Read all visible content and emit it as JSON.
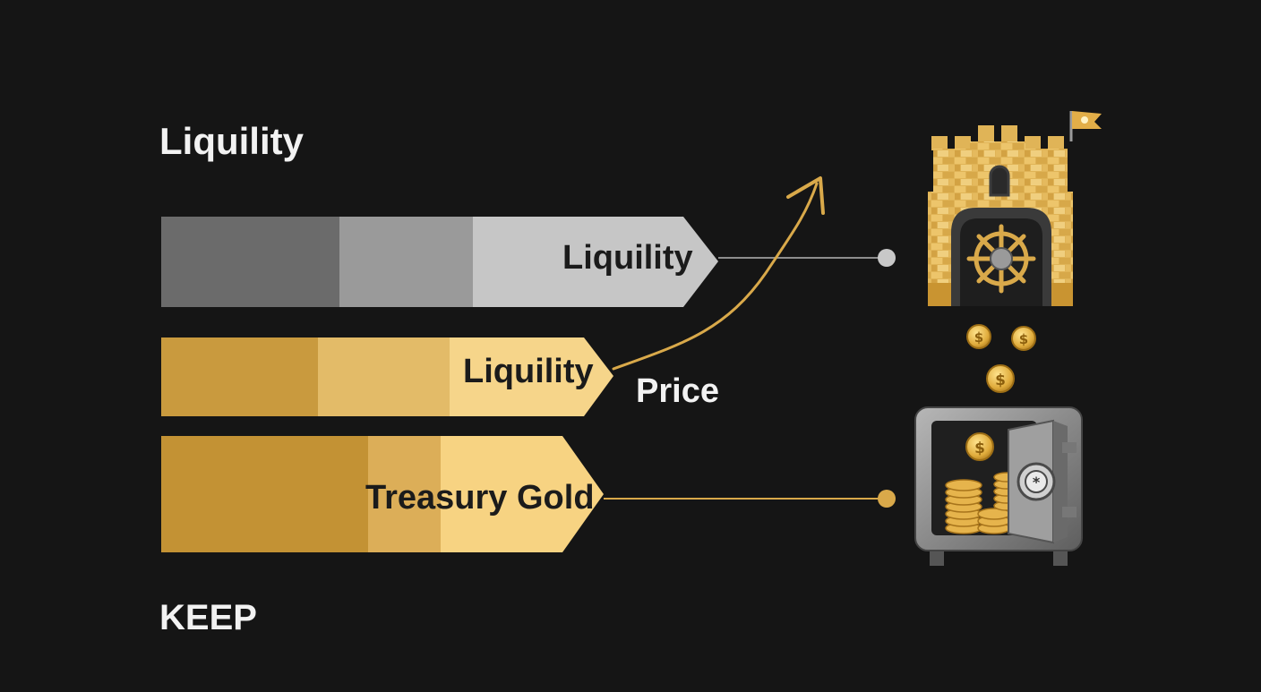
{
  "texts": {
    "heading_top": "Liquility",
    "heading_bottom": "KEEP",
    "price_label": "Price"
  },
  "bars": [
    {
      "label": "Liquility",
      "colors": [
        "#6b6b6b",
        "#9a9a9a",
        "#c6c6c6"
      ]
    },
    {
      "label": "Liquility",
      "colors": [
        "#c99a3e",
        "#e3bb68",
        "#f6d58a"
      ]
    },
    {
      "label": "Treasury Gold",
      "colors": [
        "#c39234",
        "#dcae58",
        "#f7d382"
      ]
    }
  ],
  "icons": [
    "castle-vault-icon",
    "gold-coin-icon",
    "open-safe-icon",
    "flag-icon"
  ],
  "colors": {
    "background": "#151515",
    "gold": "#d9a94a",
    "gray_line": "#8d8d8d",
    "light_text": "#f2f2f2"
  }
}
